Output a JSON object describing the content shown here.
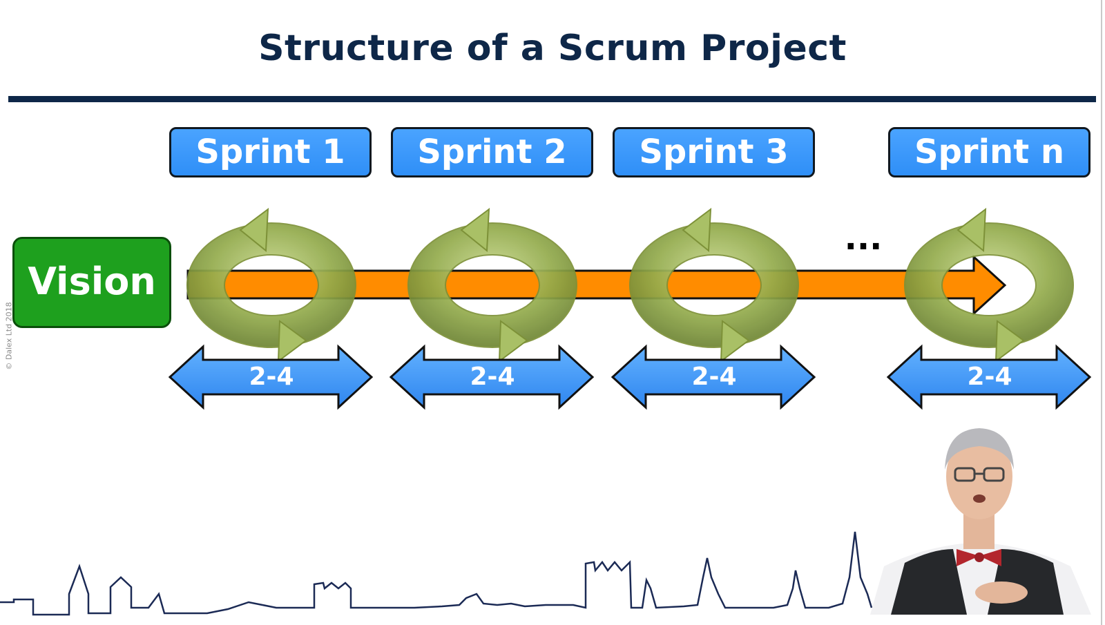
{
  "slide": {
    "title": "Structure of a Scrum Project",
    "vision_label": "Vision",
    "ellipsis": "...",
    "copyright": "© Dalex Ltd 2018"
  },
  "sprints": [
    {
      "label": "Sprint 1",
      "duration": "2-4 weeks"
    },
    {
      "label": "Sprint 2",
      "duration": "2-4 Weeks"
    },
    {
      "label": "Sprint 3",
      "duration": "2-4 Weeks"
    },
    {
      "label": "Sprint n",
      "duration": "2-4 Weeks"
    }
  ],
  "colors": {
    "title": "#0e2748",
    "sprint_box": "#3b97f8",
    "vision_box": "#1ea01e",
    "timeline_arrow": "#ff8c00",
    "cycle_ring": "#8aa245",
    "duration_arrow": "#4aa3ff"
  },
  "icons": [
    "sprint-cycle-icon",
    "double-arrow-icon",
    "timeline-arrow-icon",
    "skyline-silhouette",
    "presenter-video"
  ]
}
